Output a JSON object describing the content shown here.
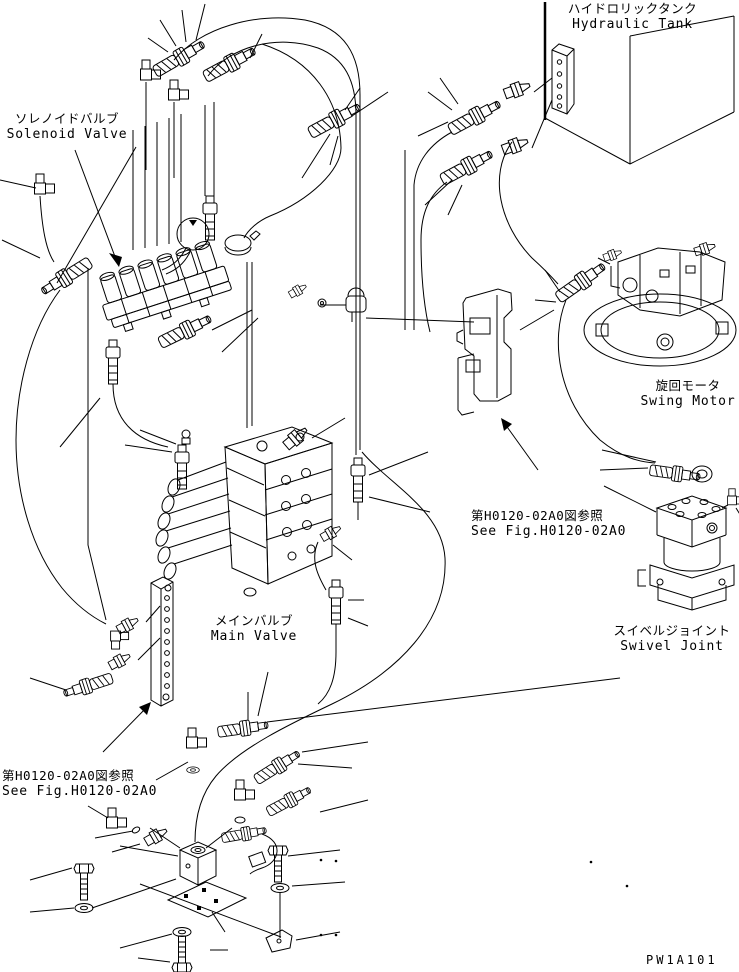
{
  "diagram": {
    "title_context": "hydraulic piping parts diagram",
    "labels": {
      "hydraulic_tank": {
        "ja": "ハイドロリックタンク",
        "en": "Hydraulic Tank"
      },
      "solenoid_valve": {
        "ja": "ソレノイドバルブ",
        "en": "Solenoid Valve"
      },
      "main_valve": {
        "ja": "メインバルブ",
        "en": "Main Valve"
      },
      "swing_motor": {
        "ja": "旋回モータ",
        "en": "Swing Motor"
      },
      "swivel_joint": {
        "ja": "スイベルジョイント",
        "en": "Swivel Joint"
      },
      "see_fig_main": {
        "ja": "第H0120-02A0図参照",
        "en": "See Fig.H0120-02A0"
      },
      "see_fig_bottom": {
        "ja": "第H0120-02A0図参照",
        "en": "See Fig.H0120-02A0"
      }
    },
    "drawing_code": "PW1A101",
    "colors": {
      "line": "#000000",
      "background": "#ffffff"
    }
  }
}
